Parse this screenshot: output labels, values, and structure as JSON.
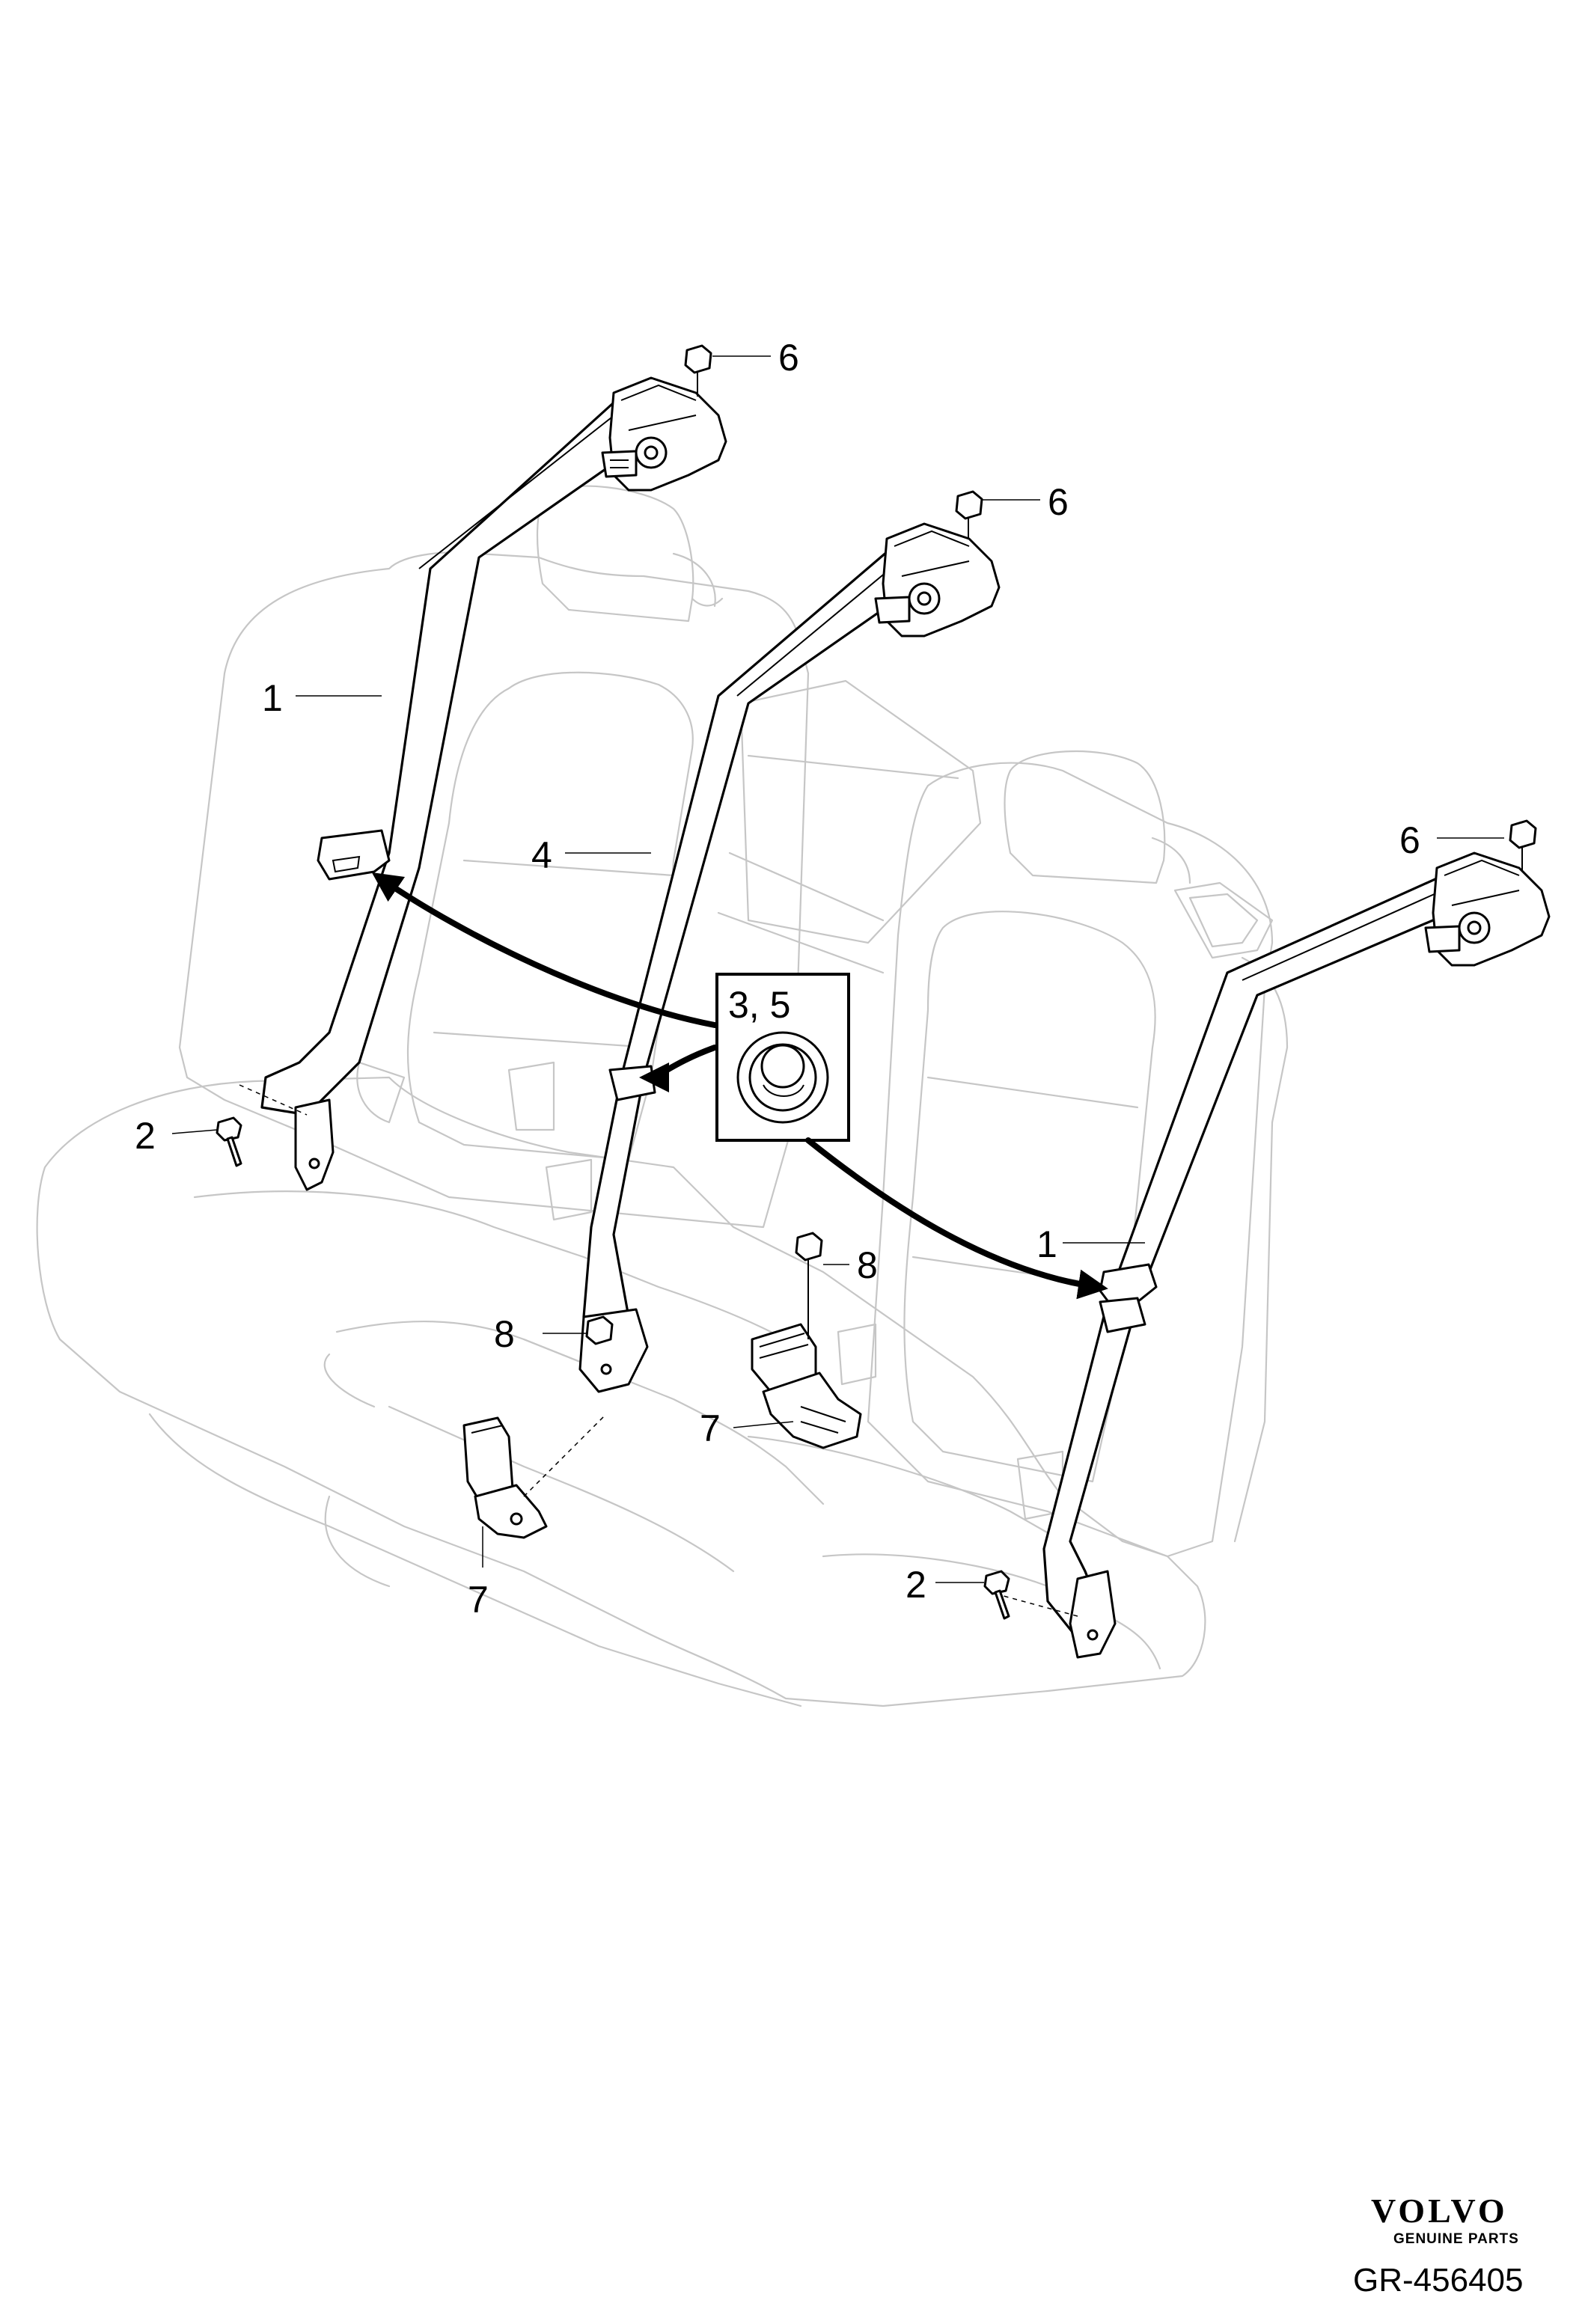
{
  "callouts": {
    "belt_left": "1",
    "belt_right": "1",
    "bolt_left": "2",
    "bolt_right": "2",
    "inset": "3, 5",
    "backrest": "4",
    "nut_left": "6",
    "nut_center": "6",
    "nut_right": "6",
    "buckle_left": "7",
    "buckle_right": "7",
    "nut_buckle_upper": "8",
    "nut_buckle_lower": "8"
  },
  "brand": {
    "name": "VOLVO",
    "tagline": "GENUINE PARTS"
  },
  "figure_code": "GR-456405"
}
